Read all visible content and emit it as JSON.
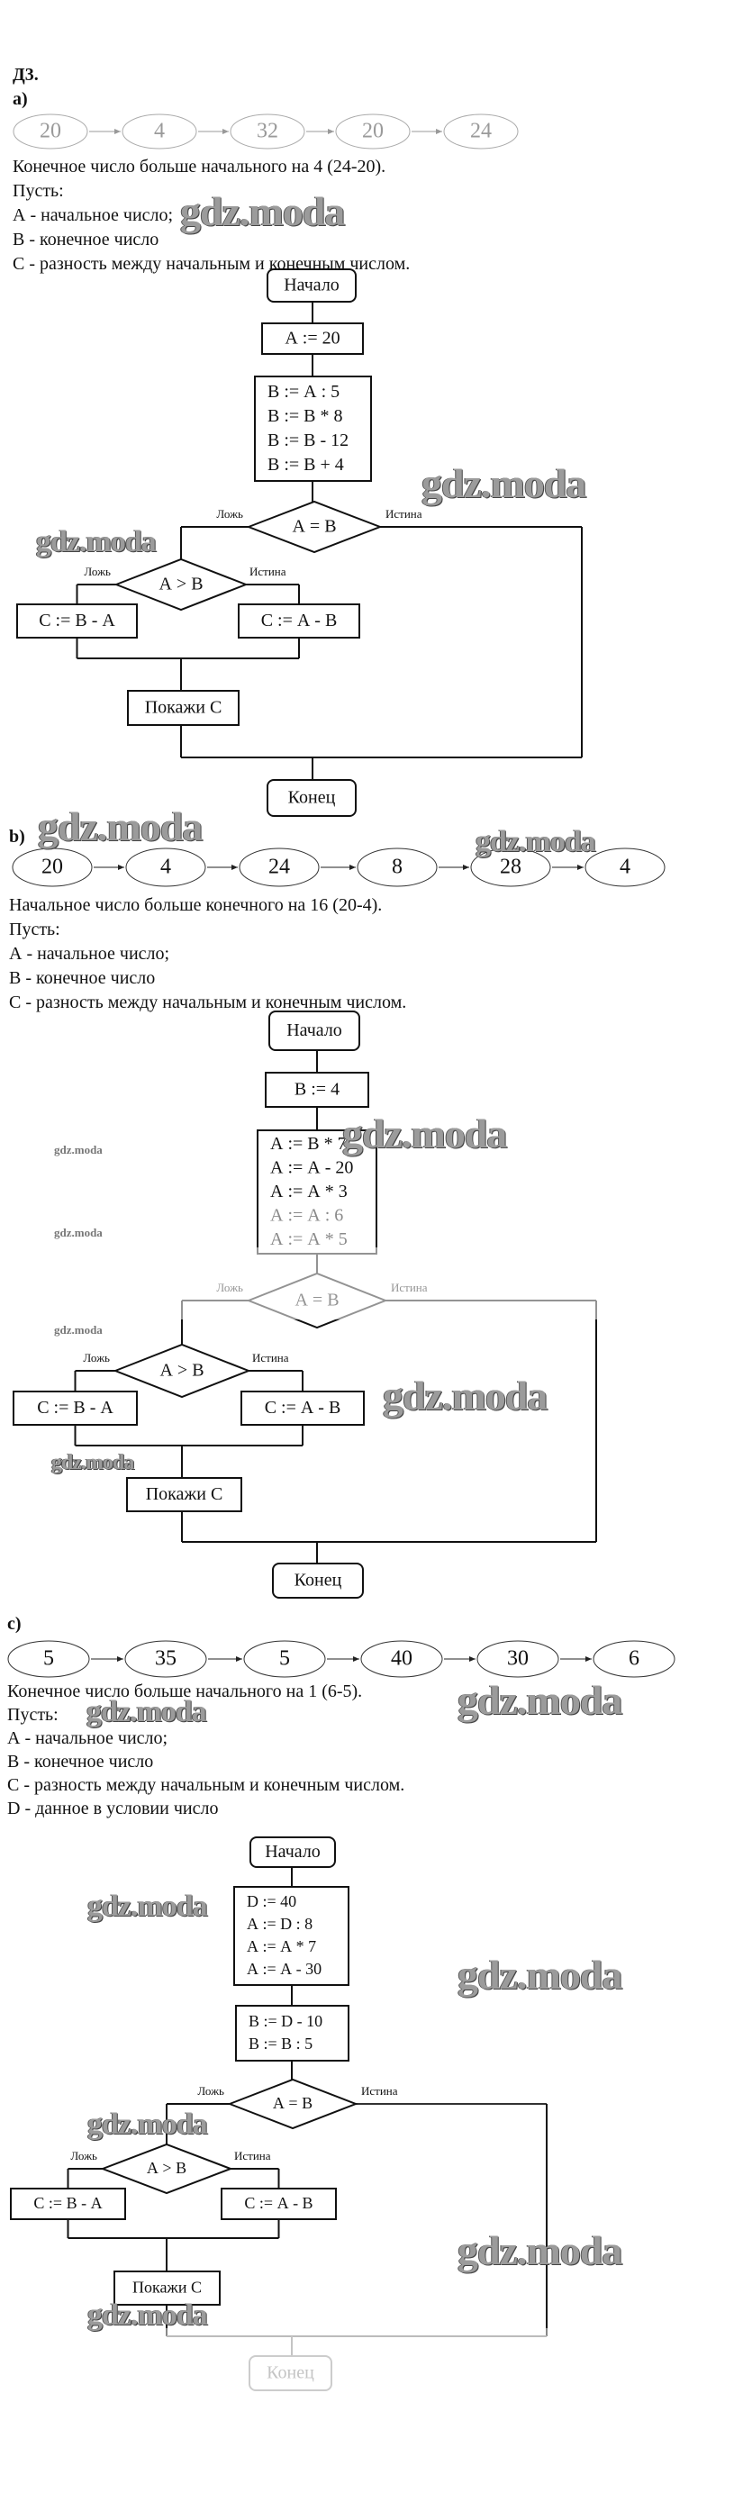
{
  "header": {
    "title": "Д3."
  },
  "watermark": "gdz.moda",
  "labels": {
    "false": "Ложь",
    "true": "Истина",
    "start": "Начало",
    "end": "Конец",
    "show": "Покажи С"
  },
  "sections": [
    {
      "id": "a",
      "label": "a)",
      "sequence": [
        "20",
        "4",
        "32",
        "20",
        "24"
      ],
      "statement": "Конечное число больше начального на 4 (24-20).",
      "let_label": "Пусть:",
      "definitions": [
        "А - начальное число;",
        "В - конечное число",
        "С - разность между начальным и конечным числом."
      ],
      "flowchart": {
        "blocks": [
          [
            "А := 20"
          ],
          [
            "В := А : 5",
            "В := В * 8",
            "В := В - 12",
            "В := В + 4"
          ]
        ],
        "condition_outer": "А = В",
        "condition_inner": "А > В",
        "branch_false": "С := В - А",
        "branch_true": "С := А - В"
      }
    },
    {
      "id": "b",
      "label": "b)",
      "sequence": [
        "20",
        "4",
        "24",
        "8",
        "28",
        "4"
      ],
      "statement": "Начальное число больше конечного на 16 (20-4).",
      "let_label": "Пусть:",
      "definitions": [
        "А - начальное число;",
        "В - конечное число",
        "С - разность между начальным и конечным числом."
      ],
      "flowchart": {
        "blocks": [
          [
            "В := 4"
          ],
          [
            "А := В * 7",
            "А := А - 20",
            "А := А * 3",
            "А := А : 6",
            "А := А * 5"
          ]
        ],
        "condition_outer": "А = В",
        "condition_inner": "А > В",
        "branch_false": "С := В - А",
        "branch_true": "С := А - В"
      }
    },
    {
      "id": "c",
      "label": "c)",
      "sequence": [
        "5",
        "35",
        "5",
        "40",
        "30",
        "6"
      ],
      "statement": "Конечное число больше начального на 1 (6-5).",
      "let_label": "Пусть:",
      "definitions": [
        "А - начальное число;",
        "В - конечное число",
        "С - разность между начальным и конечным числом.",
        "D - данное в условии число"
      ],
      "flowchart": {
        "blocks": [
          [
            "D := 40",
            "А := D : 8",
            "А := А * 7",
            "А := А - 30"
          ],
          [
            "В := D - 10",
            "В := В : 5"
          ]
        ],
        "condition_outer": "А = В",
        "condition_inner": "А > В",
        "branch_false": "С := В - А",
        "branch_true": "С := А - В"
      }
    }
  ]
}
